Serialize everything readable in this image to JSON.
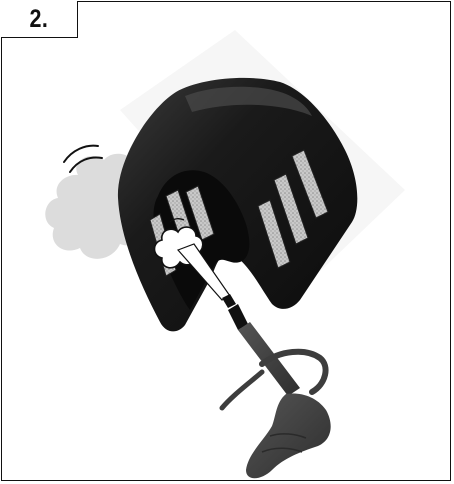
{
  "step": {
    "number_label": "2."
  },
  "illustration": {
    "subject": "air-filter-cover",
    "tool": "compressed-air-blow-gun",
    "colors": {
      "frame": "#111111",
      "filter_body": "#161616",
      "filter_grille": "#cfcfcf",
      "dust_cloud": "#dcdcdc",
      "nozzle_stream": "#ffffff",
      "blow_gun": "#3d3d3d"
    }
  }
}
